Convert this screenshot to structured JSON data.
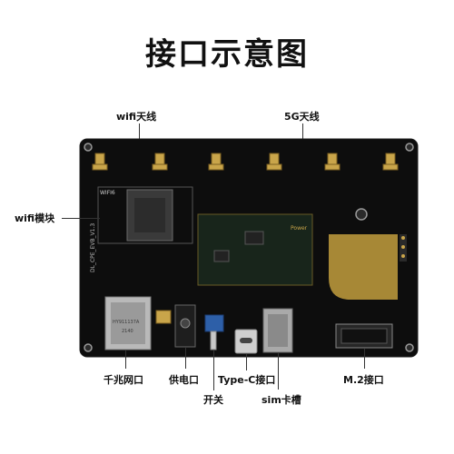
{
  "title": "接口示意图",
  "labels": {
    "wifi_antenna": "wifi天线",
    "antenna_5g": "5G天线",
    "wifi_module": "wifi模块",
    "ethernet": "千兆网口",
    "power": "供电口",
    "switch": "开关",
    "type_c": "Type-C接口",
    "sim": "sim卡槽",
    "m2": "M.2接口"
  },
  "silkscreen": {
    "wifi_tag": "WIFI6",
    "model": "DL_CPE_EVB_V1.3",
    "power_tag": "Power",
    "rj45_top": "HY911137A",
    "rj45_bottom": "2140"
  },
  "colors": {
    "board": "#0d0d0d",
    "gold": "#c9a54a",
    "chip": "#3a3a3a",
    "module_green": "#5a7a55",
    "switch_blue": "#2d5fa8"
  }
}
